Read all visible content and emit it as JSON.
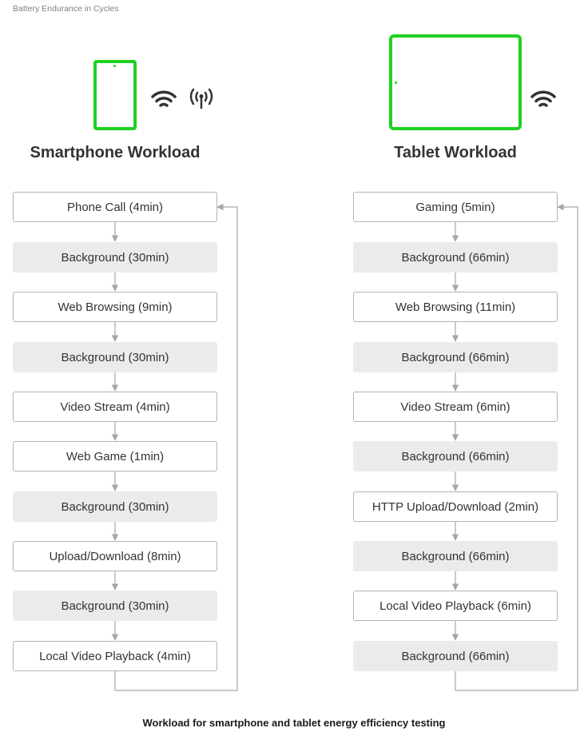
{
  "header": {
    "caption": "Battery Endurance in Cycles"
  },
  "colors": {
    "device_outline": "#1fd11f",
    "active_box_border": "#b3b3b3",
    "background_box_fill": "#ebebee",
    "connector": "#a6a6a6"
  },
  "smartphone": {
    "title": "Smartphone Workload",
    "icons": [
      "smartphone-icon",
      "wifi-icon",
      "cellular-antenna-icon"
    ],
    "steps": [
      {
        "label": "Phone Call (4min)",
        "kind": "active"
      },
      {
        "label": "Background (30min)",
        "kind": "background"
      },
      {
        "label": "Web Browsing (9min)",
        "kind": "active"
      },
      {
        "label": "Background (30min)",
        "kind": "background"
      },
      {
        "label": "Video Stream (4min)",
        "kind": "active"
      },
      {
        "label": "Web Game (1min)",
        "kind": "active"
      },
      {
        "label": "Background (30min)",
        "kind": "background"
      },
      {
        "label": "Upload/Download (8min)",
        "kind": "active"
      },
      {
        "label": "Background (30min)",
        "kind": "background"
      },
      {
        "label": "Local Video Playback (4min)",
        "kind": "active"
      }
    ]
  },
  "tablet": {
    "title": "Tablet Workload",
    "icons": [
      "tablet-icon",
      "wifi-icon"
    ],
    "steps": [
      {
        "label": "Gaming (5min)",
        "kind": "active"
      },
      {
        "label": "Background (66min)",
        "kind": "background"
      },
      {
        "label": "Web Browsing (11min)",
        "kind": "active"
      },
      {
        "label": "Background (66min)",
        "kind": "background"
      },
      {
        "label": "Video Stream (6min)",
        "kind": "active"
      },
      {
        "label": "Background (66min)",
        "kind": "background"
      },
      {
        "label": "HTTP Upload/Download (2min)",
        "kind": "active"
      },
      {
        "label": "Background (66min)",
        "kind": "background"
      },
      {
        "label": "Local Video Playback (6min)",
        "kind": "active"
      },
      {
        "label": "Background (66min)",
        "kind": "background"
      }
    ]
  },
  "footer": {
    "caption": "Workload for smartphone and tablet energy efficiency testing"
  }
}
